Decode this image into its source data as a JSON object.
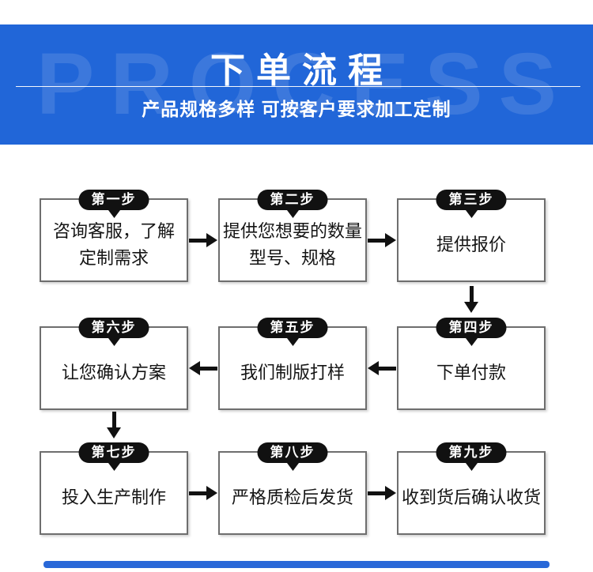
{
  "banner": {
    "watermark": "PROCESS",
    "watermark_letters": [
      "P",
      "R",
      "O",
      "C",
      "E",
      "S",
      "S"
    ],
    "title": "下单流程",
    "subtitle": "产品规格多样 可按客户要求加工定制"
  },
  "steps": [
    {
      "badge": "第一步",
      "text": "咨询客服，了解\n定制需求"
    },
    {
      "badge": "第二步",
      "text": "提供您想要的数量\n型号、规格"
    },
    {
      "badge": "第三步",
      "text": "提供报价"
    },
    {
      "badge": "第四步",
      "text": "下单付款"
    },
    {
      "badge": "第五步",
      "text": "我们制版打样"
    },
    {
      "badge": "第六步",
      "text": "让您确认方案"
    },
    {
      "badge": "第七步",
      "text": "投入生产制作"
    },
    {
      "badge": "第八步",
      "text": "严格质检后发货"
    },
    {
      "badge": "第九步",
      "text": "收到货后确认收货"
    }
  ],
  "colors": {
    "banner_bg": "#2166d8",
    "watermark": "rgba(255,255,255,0.12)",
    "ribbon_bg": "#111111",
    "box_border": "#6e6e6e",
    "arrow": "#111111",
    "accent_bar": "#2968d8"
  }
}
